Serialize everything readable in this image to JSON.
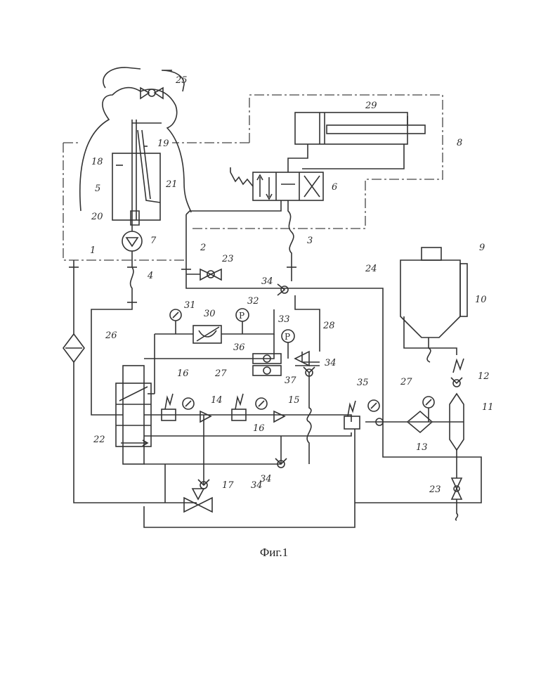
{
  "caption": "Фиг.1",
  "labels": [
    "1",
    "2",
    "3",
    "4",
    "5",
    "6",
    "7",
    "8",
    "9",
    "10",
    "11",
    "12",
    "13",
    "14",
    "15",
    "16",
    "16",
    "17",
    "18",
    "19",
    "20",
    "21",
    "22",
    "23",
    "23",
    "24",
    "25",
    "26",
    "27",
    "27",
    "28",
    "29",
    "30",
    "31",
    "32",
    "33",
    "34",
    "34",
    "34",
    "34",
    "35",
    "36",
    "37"
  ],
  "symbols": {
    "pressure_gauge": "P",
    "gauge_icon": "dial-gauge-icon",
    "filter_icon": "filter-diamond-icon",
    "check_valve_icon": "check-valve-icon",
    "throttle_icon": "throttle-icon"
  }
}
